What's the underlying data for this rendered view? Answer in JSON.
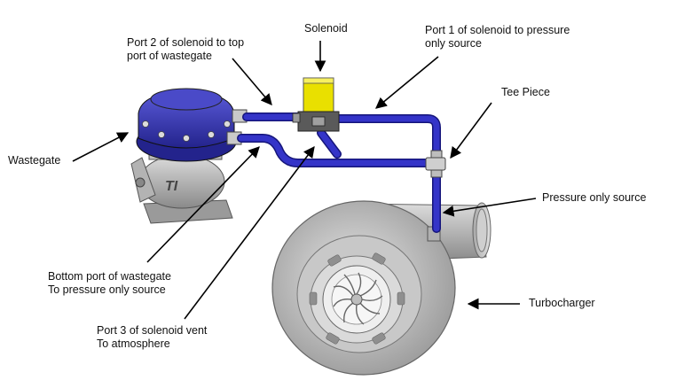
{
  "labels": {
    "solenoid": "Solenoid",
    "port2": [
      "Port 2 of solenoid to top",
      "port of wastegate"
    ],
    "port1": [
      "Port 1 of solenoid to pressure",
      "only source"
    ],
    "tee": "Tee Piece",
    "wastegate": "Wastegate",
    "pressure_source": "Pressure only source",
    "bottom_port": [
      "Bottom port of wastegate",
      "To pressure only source"
    ],
    "port3": [
      "Port 3 of solenoid vent",
      "To atmosphere"
    ],
    "turbo": "Turbocharger"
  },
  "colors": {
    "hose": "#2a2ab8",
    "hose_dark": "#15157a",
    "wastegate_cap": "#3434b0",
    "metal": "#b9b9b9",
    "metal_dark": "#7d7d7d",
    "solenoid_body": "#e9e000",
    "arrow": "#000000"
  }
}
